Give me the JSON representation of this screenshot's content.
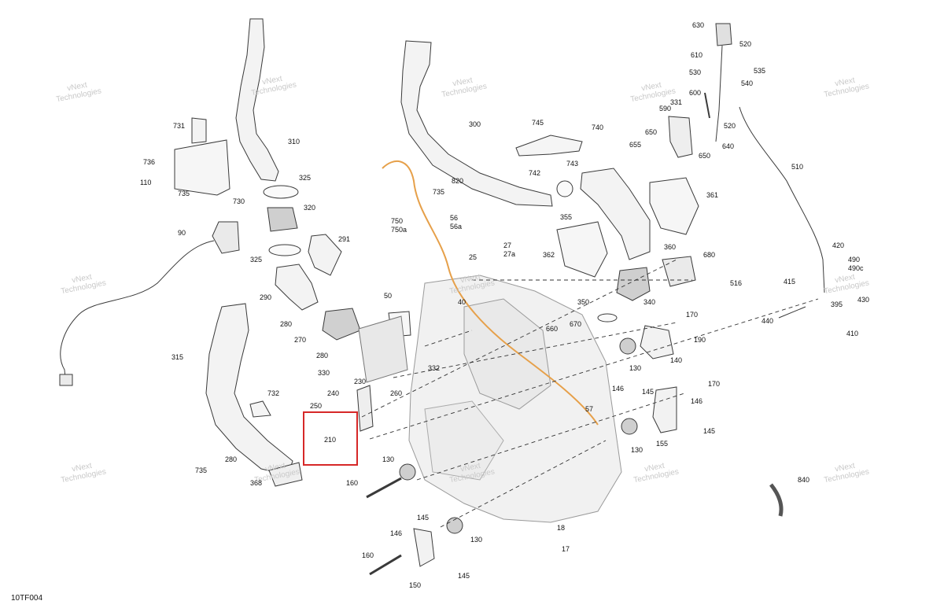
{
  "diagram": {
    "reference_code": "10TF004",
    "watermark": {
      "line1": "vNext",
      "line2": "Technologies",
      "line3": "vNext Technologies"
    },
    "highlight_color": "#d62828",
    "part_labels": [
      "630",
      "520",
      "610",
      "535",
      "530",
      "540",
      "600",
      "331",
      "590",
      "520",
      "650",
      "655",
      "640",
      "650",
      "745",
      "740",
      "743",
      "742",
      "300",
      "820",
      "735",
      "355",
      "361",
      "360",
      "362",
      "680",
      "516",
      "510",
      "731",
      "310",
      "736",
      "110",
      "735",
      "730",
      "325",
      "320",
      "90",
      "291",
      "325",
      "290",
      "280",
      "270",
      "280",
      "330",
      "750",
      "750a",
      "56",
      "56a",
      "27",
      "27a",
      "25",
      "50",
      "40",
      "332",
      "350",
      "340",
      "660",
      "670",
      "170",
      "190",
      "140",
      "130",
      "420",
      "490",
      "490c",
      "415",
      "395",
      "430",
      "440",
      "410",
      "315",
      "732",
      "240",
      "230",
      "260",
      "250",
      "210",
      "57",
      "146",
      "145",
      "170",
      "146",
      "155",
      "145",
      "130",
      "735",
      "280",
      "368",
      "130",
      "160",
      "145",
      "146",
      "130",
      "18",
      "160",
      "17",
      "150",
      "145",
      "840"
    ]
  }
}
